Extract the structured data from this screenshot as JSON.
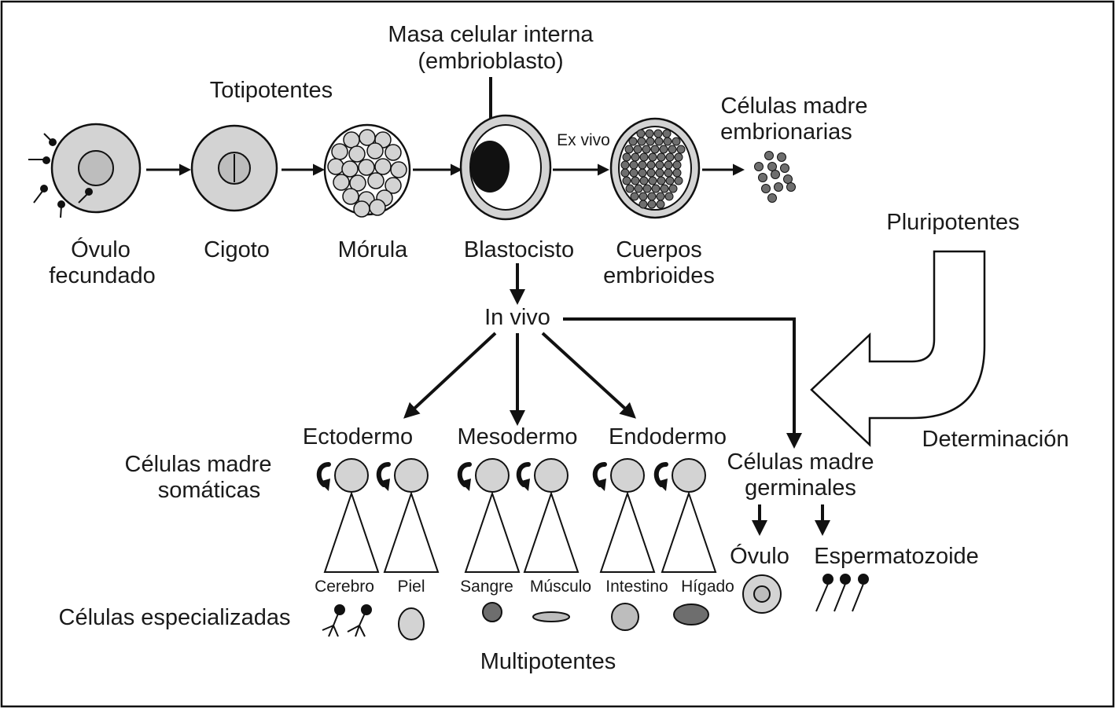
{
  "labels": {
    "masa_line1": "Masa celular interna",
    "masa_line2": "(embrioblasto)",
    "totipotentes": "Totipotentes",
    "ex_vivo": "Ex vivo",
    "celulas_madre_emb_line1": "Células madre",
    "celulas_madre_emb_line2": "embrionarias",
    "pluripotentes": "Pluripotentes",
    "ovulo_fec_line1": "Óvulo",
    "ovulo_fec_line2": "fecundado",
    "cigoto": "Cigoto",
    "morula": "Mórula",
    "blastocisto": "Blastocisto",
    "cuerpos_line1": "Cuerpos",
    "cuerpos_line2": "embrioides",
    "in_vivo": "In vivo",
    "ectodermo": "Ectodermo",
    "mesodermo": "Mesodermo",
    "endodermo": "Endodermo",
    "determinacion": "Determinación",
    "somaticas_line1": "Células madre",
    "somaticas_line2": "somáticas",
    "germinales_line1": "Células madre",
    "germinales_line2": "germinales",
    "ovulo": "Óvulo",
    "espermatozoide": "Espermatozoide",
    "cerebro": "Cerebro",
    "piel": "Piel",
    "sangre": "Sangre",
    "musculo": "Músculo",
    "intestino": "Intestino",
    "higado": "Hígado",
    "especializadas": "Células especializadas",
    "multipotentes": "Multipotentes"
  },
  "colors": {
    "light_gray": "#d3d3d3",
    "mid_gray": "#bdbdbd",
    "dark_gray": "#6e6e6e",
    "black": "#111111"
  }
}
